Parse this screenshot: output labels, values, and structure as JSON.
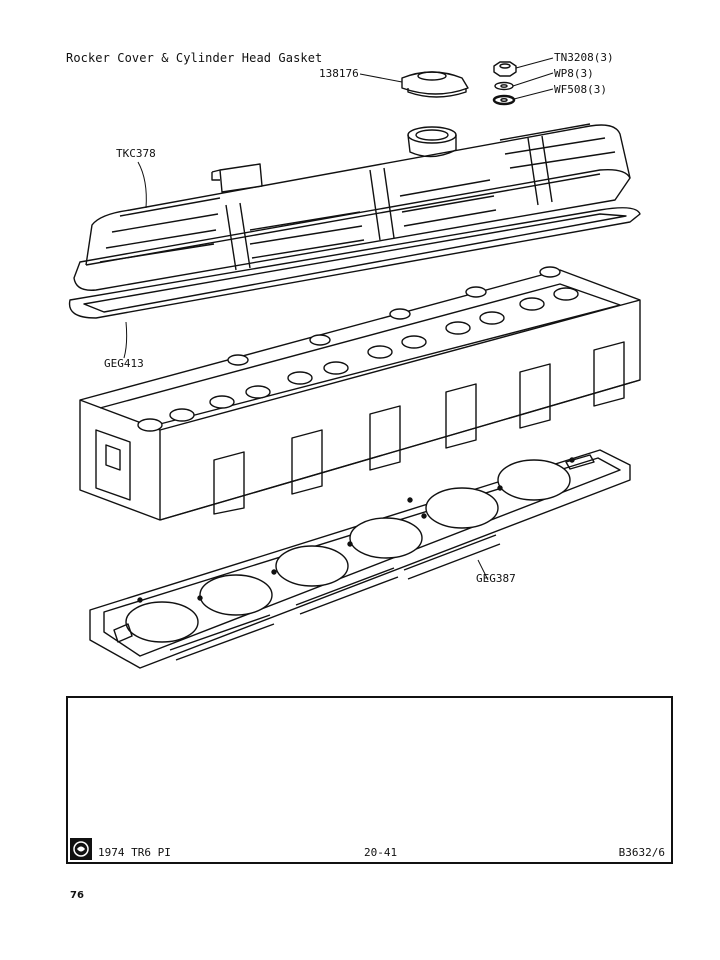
{
  "title": "Rocker Cover & Cylinder Head Gasket",
  "callouts": {
    "filler_cap": "138176",
    "nut": "TN3208(3)",
    "washer1": "WP8(3)",
    "washer2": "WF508(3)",
    "rocker_cover": "TKC378",
    "cover_gasket": "GEG413",
    "head_gasket": "GEG387"
  },
  "footer": {
    "model": "1974 TR6 PI",
    "page_ref": "20-41",
    "drawing_no": "B3632/6"
  },
  "page_number": "76"
}
